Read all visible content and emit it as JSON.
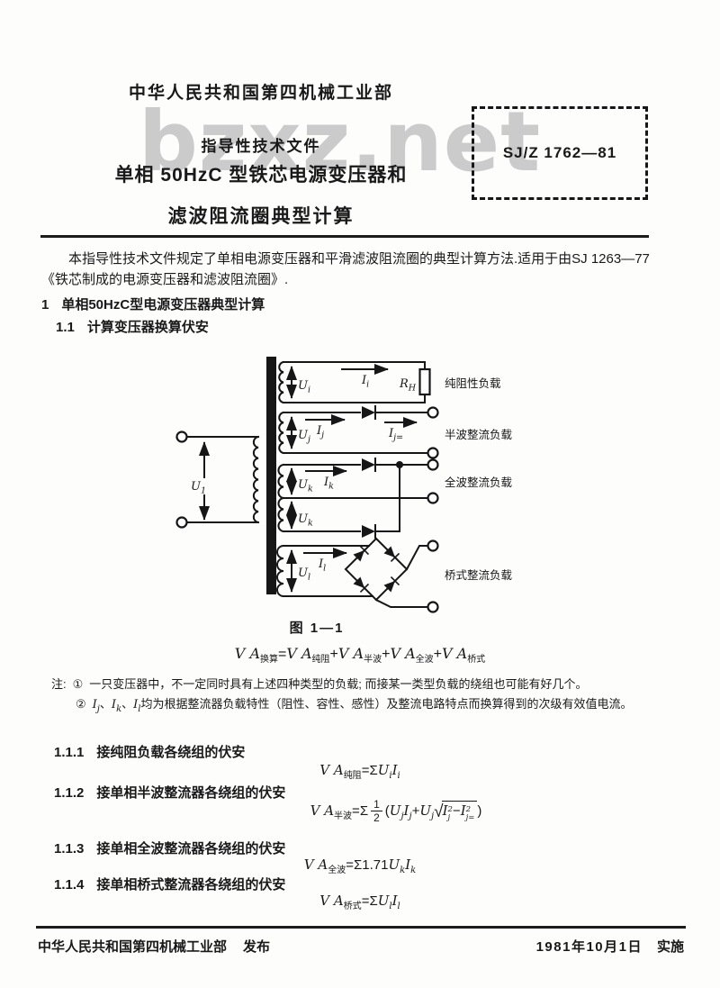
{
  "header": {
    "ministry": "中华人民共和国第四机械工业部",
    "doc_type": "指导性技术文件",
    "title_line1": "单相 50HzC 型铁芯电源变压器和",
    "title_line2": "滤波阻流圈典型计算",
    "standard_no": "SJ/Z 1762—81",
    "watermark": "bzxz.net"
  },
  "intro": {
    "line1": "本指导性技术文件规定了单相电源变压器和平滑滤波阻流圈的典型计算方法.适用于由SJ 1263—77",
    "line2": "《铁芯制成的电源变压器和滤波阻流圈》."
  },
  "sections": {
    "s1": {
      "num": "1",
      "title": "单相50HzC型电源变压器典型计算"
    },
    "s11": {
      "num": "1.1",
      "title": "计算变压器换算伏安"
    },
    "s111": {
      "num": "1.1.1",
      "title": "接纯阻负载各绕组的伏安"
    },
    "s112": {
      "num": "1.1.2",
      "title": "接单相半波整流器各绕组的伏安"
    },
    "s113": {
      "num": "1.1.3",
      "title": "接单相全波整流器各绕组的伏安"
    },
    "s114": {
      "num": "1.1.4",
      "title": "接单相桥式整流器各绕组的伏安"
    }
  },
  "diagram": {
    "caption": "图  1—1",
    "primary": {
      "u": "U",
      "u_sub": "1"
    },
    "w1": {
      "u": "U",
      "u_sub": "i",
      "i": "I",
      "i_sub": "i",
      "r": "R",
      "r_sub": "H",
      "load": "纯阻性负载"
    },
    "w2": {
      "u": "U",
      "u_sub": "j",
      "i": "I",
      "i_sub": "j",
      "idc": "I",
      "idc_sub": "j=",
      "load": "半波整流负载"
    },
    "w3": {
      "u": "U",
      "u_sub": "k",
      "u2": "U",
      "u2_sub": "k",
      "i": "I",
      "i_sub": "k",
      "load": "全波整流负载"
    },
    "w4": {
      "u": "U",
      "u_sub": "l",
      "i": "I",
      "i_sub": "l",
      "load": "桥式整流负载"
    }
  },
  "formulas": {
    "main": {
      "va": "V A",
      "lhs_sub": "换算",
      "eq": "=",
      "sub1": "纯阻",
      "plus": "+",
      "sub2": "半波",
      "sub3": "全波",
      "sub4": "桥式"
    },
    "resistive": {
      "va": "V A",
      "lhs_sub": "纯阻",
      "eq": "=",
      "sigma": "Σ",
      "u": "U",
      "u_sub": "i",
      "i": "I",
      "i_sub": "i"
    },
    "halfwave": {
      "va": "V A",
      "lhs_sub": "半波",
      "eq": "=",
      "sigma": "Σ",
      "num": "1",
      "den": "2",
      "lp": "(",
      "u": "U",
      "u_sub": "j",
      "i": "I",
      "i_sub": "j",
      "plus": "+",
      "u2": "U",
      "u2_sub": "j",
      "sqrt": "√",
      "r1": "I",
      "r1_sup": "2",
      "r1_sub": "j",
      "minus": "−",
      "r2": "I",
      "r2_sup": "2",
      "r2_sub": "j=",
      "rp": ")"
    },
    "fullwave": {
      "va": "V A",
      "lhs_sub": "全波",
      "eq": "=",
      "sigma": "Σ",
      "coef": "1.71",
      "u": "U",
      "u_sub": "k",
      "i": "I",
      "i_sub": "k"
    },
    "bridge": {
      "va": "V A",
      "lhs_sub": "桥式",
      "eq": "=",
      "sigma": "Σ",
      "u": "U",
      "u_sub": "l",
      "i": "I",
      "i_sub": "l"
    }
  },
  "notes": {
    "label": "注:",
    "m1": "①",
    "t1": "一只变压器中，不一定同时具有上述四种类型的负载; 而接某一类型负载的绕组也可能有好几个。",
    "m2": "②",
    "i1": "I",
    "i1_sub": "j",
    "sep1": "、",
    "i2": "I",
    "i2_sub": "k",
    "sep2": "、",
    "i3": "I",
    "i3_sub": "l",
    "t2": "均为根据整流器负载特性（阻性、容性、感性）及整流电路特点而换算得到的次级有效值电流。"
  },
  "footer": {
    "issuer": "中华人民共和国第四机械工业部",
    "publish": "发布",
    "date": "1981年10月1日",
    "implement": "实施"
  }
}
